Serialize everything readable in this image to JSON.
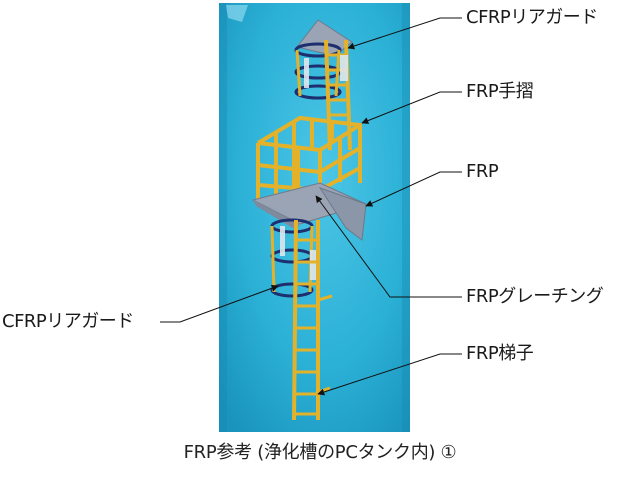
{
  "labels": {
    "cfrp_guard_top": "CFRPリアガード",
    "frp_handrail": "FRP手摺",
    "frp": "FRP",
    "cfrp_guard_left": "CFRPリアガード",
    "frp_grating": "FRPグレーチング",
    "frp_ladder": "FRP梯子"
  },
  "caption": "FRP参考 (浄化槽のPCタンク内) ①",
  "colors": {
    "tank_blue": "#2bb3d9",
    "frp_yellow": "#e3b22a",
    "grating_gray": "#9aa4b5",
    "guard_navy": "#1d2f6e"
  }
}
